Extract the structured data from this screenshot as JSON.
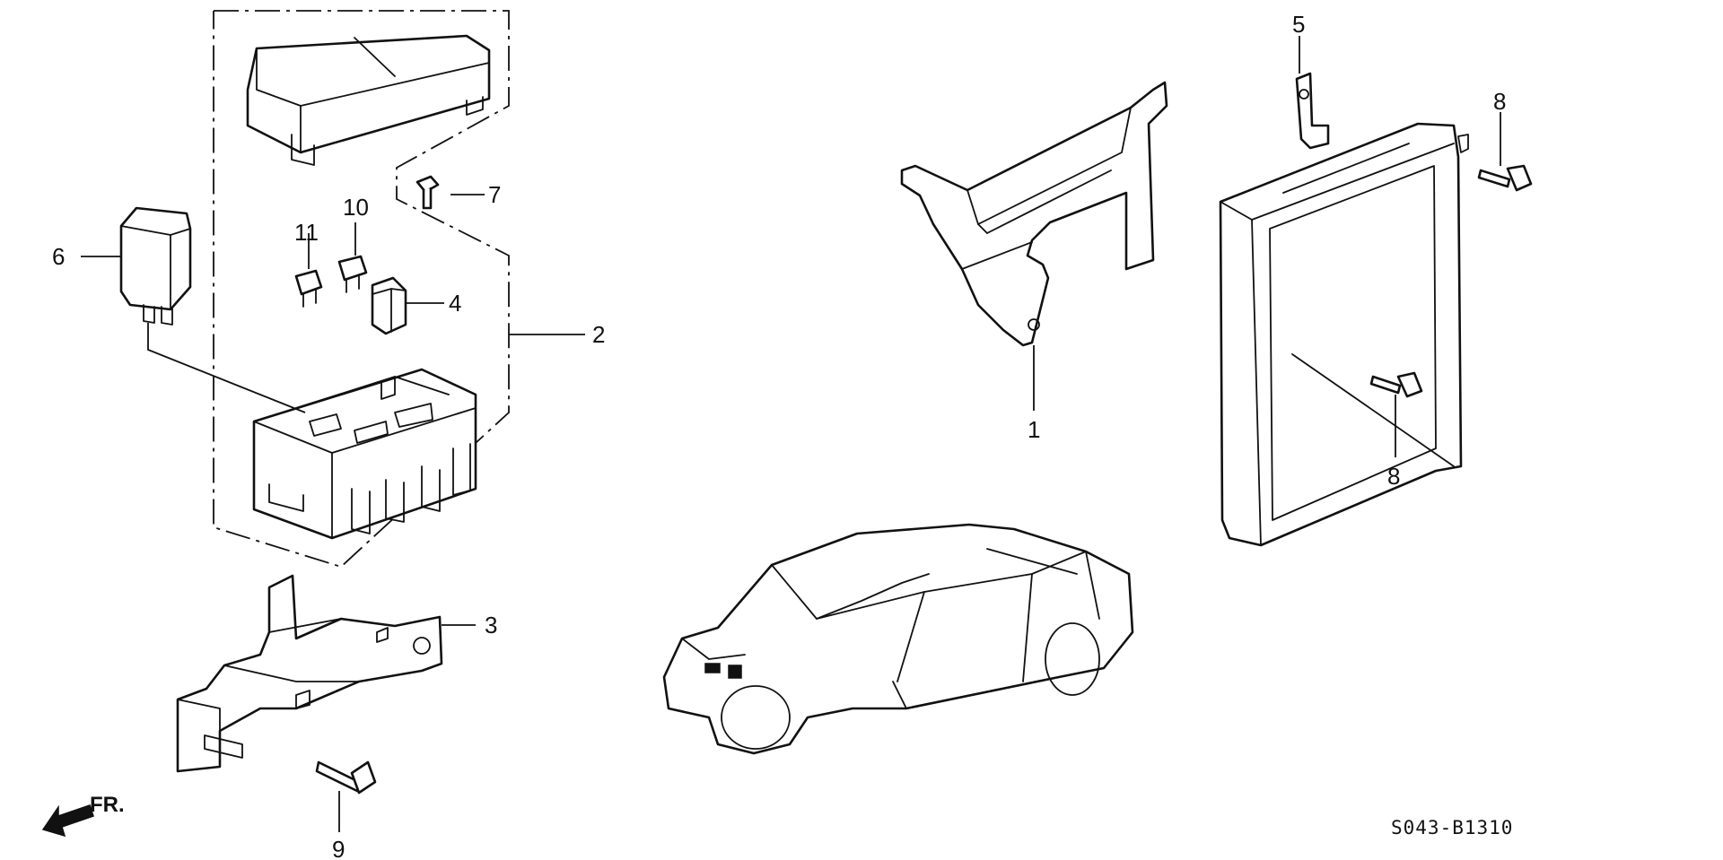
{
  "callouts": {
    "c1": "1",
    "c2": "2",
    "c3": "3",
    "c4": "4",
    "c5": "5",
    "c6": "6",
    "c7": "7",
    "c8a": "8",
    "c8b": "8",
    "c9": "9",
    "c10": "10",
    "c11": "11"
  },
  "direction_label": "FR.",
  "diagram_code": "S043-B1310"
}
